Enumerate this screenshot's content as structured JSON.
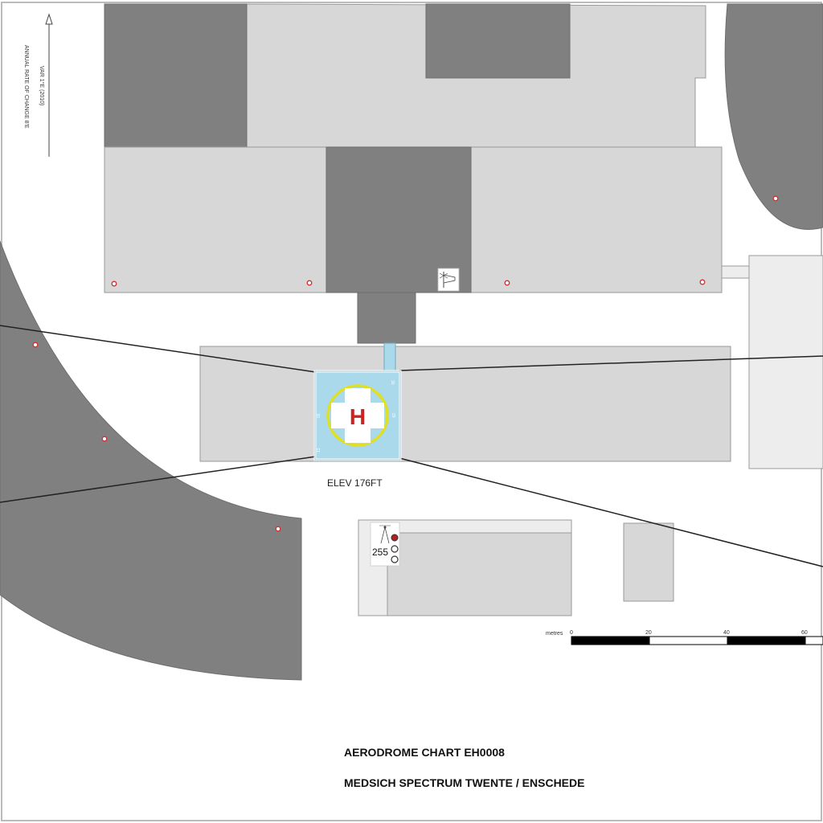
{
  "variation": {
    "line1": "VAR 1°E (2010)",
    "line2": "ANNUAL RATE OF CHANGE 8'E"
  },
  "helipad": {
    "elevation_label": "ELEV 176FT",
    "marking": "H",
    "corner_labels": [
      "30",
      "20",
      "02",
      "12"
    ],
    "colors": {
      "pad": "#a9d9ea",
      "circle": "#e0e020",
      "h": "#cc2222"
    }
  },
  "obstacle": {
    "height_label": "255",
    "icon": "obstacle-lighted-icon"
  },
  "scale_bar": {
    "unit_label": "metres",
    "ticks": [
      "0",
      "20",
      "40",
      "60"
    ]
  },
  "titles": {
    "chart_title": "AERODROME CHART EH0008",
    "location": "MEDSICH SPECTRUM TWENTE / ENSCHEDE"
  },
  "colors": {
    "dark_building": "#808080",
    "light_building": "#d7d7d7",
    "approach_line": "#222222",
    "obstacle_marker": "#d23030"
  }
}
